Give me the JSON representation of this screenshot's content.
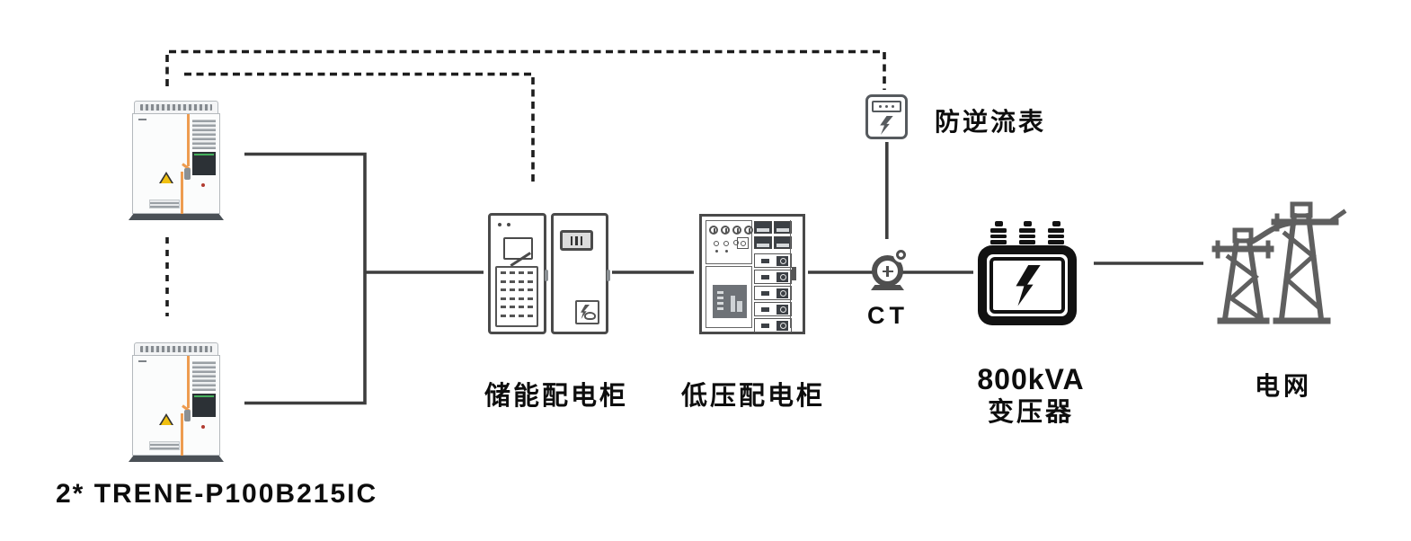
{
  "diagram": {
    "type": "energy-storage-single-line-topology",
    "nodes": {
      "battery": {
        "label": "2* TRENE-P100B215IC",
        "icon": "battery-cabinet-icon"
      },
      "storage_cabinet": {
        "label": "储能配电柜",
        "icon": "storage-distribution-cabinet-icon"
      },
      "lv_cabinet": {
        "label": "低压配电柜",
        "icon": "lv-distribution-cabinet-icon"
      },
      "ct": {
        "label": "CT",
        "icon": "current-transformer-icon"
      },
      "meter": {
        "label": "防逆流表",
        "icon": "anti-backflow-meter-icon"
      },
      "transformer": {
        "label_line1": "800kVA",
        "label_line2": "变压器",
        "icon": "transformer-icon"
      },
      "grid": {
        "label": "电网",
        "icon": "power-towers-icon"
      }
    },
    "colors": {
      "line": "#3e3e3e",
      "dashed": "#1d1d1d",
      "outline": "#4a4a4a",
      "orange": "#ee9c50",
      "yellow": "#f0c011",
      "green": "#45b05c",
      "red": "#b23b30",
      "tower": "#5f5f5f",
      "black": "#121212",
      "ink": "#0d0d0d"
    }
  }
}
